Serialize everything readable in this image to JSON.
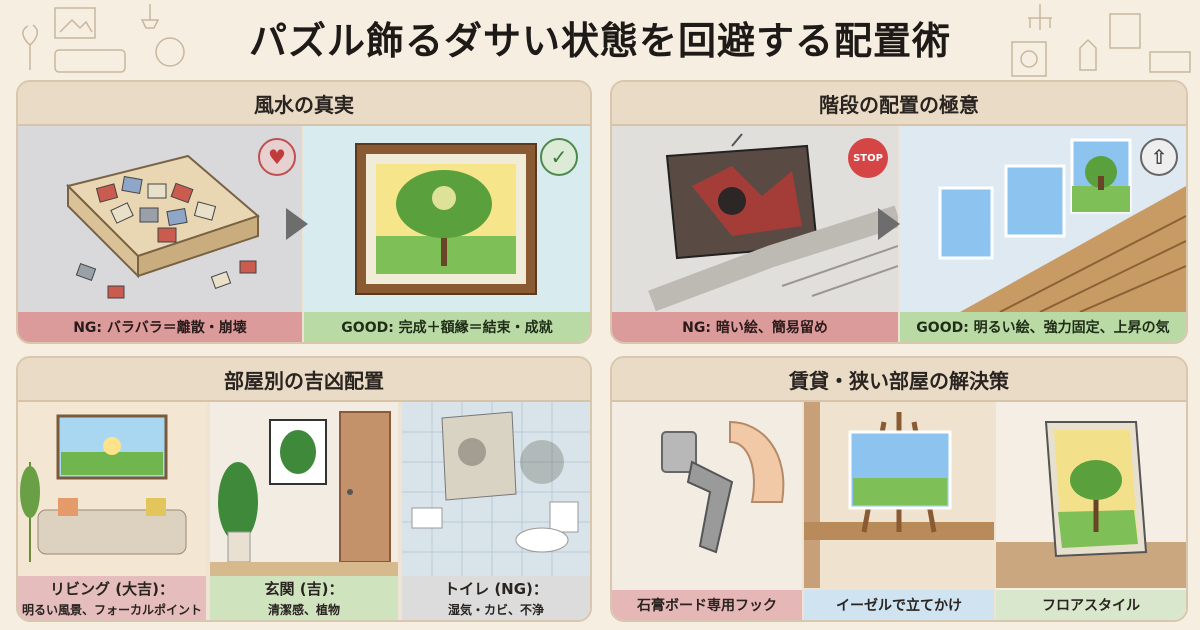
{
  "title": "パズル飾るダサい状態を回避する配置術",
  "colors": {
    "ng": "#dc9b9b",
    "good": "#b9d9a5",
    "header": "#eadbc6",
    "border": "#d9c7ad"
  },
  "sections": {
    "fengshui": {
      "header": "風水の真実",
      "left_caption": "NG: バラバラ＝離散・崩壊",
      "right_caption": "GOOD: 完成＋額縁＝結束・成就",
      "left_icon": "broken-heart-icon",
      "right_icon": "checkmark-icon"
    },
    "stairs": {
      "header": "階段の配置の極意",
      "stop_label": "STOP",
      "left_caption": "NG: 暗い絵、簡易留め",
      "right_caption": "GOOD: 明るい絵、強力固定、上昇の気",
      "right_icon": "up-arrow-icon"
    },
    "rooms": {
      "header": "部屋別の吉凶配置",
      "living_title": "リビング (大吉)：",
      "living_sub": "明るい風景、フォーカルポイント",
      "entrance_title": "玄関 (吉)：",
      "entrance_sub": "清潔感、植物",
      "toilet_title": "トイレ (NG)：",
      "toilet_sub": "湿気・カビ、不浄"
    },
    "rental": {
      "header": "賃貸・狭い部屋の解決策",
      "cap1": "石膏ボード専用フック",
      "cap2": "イーゼルで立てかけ",
      "cap3": "フロアスタイル"
    }
  }
}
